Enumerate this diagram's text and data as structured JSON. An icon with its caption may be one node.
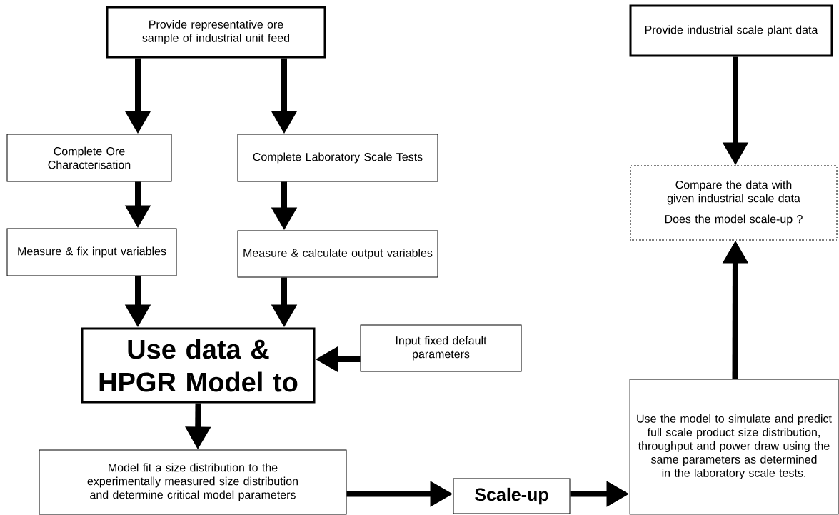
{
  "diagram": {
    "nodes": [
      {
        "text": [
          "Provide representative ore sample of industrial unit feed"
        ]
      },
      {
        "text": [
          "Complete Ore Characterisation"
        ]
      },
      {
        "text": [
          "Complete Laboratory Scale Tests"
        ]
      },
      {
        "text": [
          "Measure & fix input variables"
        ]
      },
      {
        "text": [
          "Measure & calculate output variables"
        ]
      },
      {
        "text": [
          "Use data & HPGR Model to"
        ]
      },
      {
        "text": [
          "Input fixed default parameters"
        ]
      },
      {
        "text": [
          "Model fit a size distribution to the experimentally measured size distribution and determine critical model parameters"
        ]
      },
      {
        "text": [
          "Scale-up"
        ]
      },
      {
        "text": [
          "Use the model to simulate and predict full scale product size distribution, throughput and power draw using the same parameters as determined in the laboratory scale tests."
        ]
      },
      {
        "text": [
          "Provide industrial scale plant data"
        ]
      },
      {
        "text": [
          "Compare the data with given industrial scale data",
          "Does the model scale-up ?"
        ]
      }
    ],
    "edges": [
      {
        "from": 0,
        "to": 1,
        "arrow": "to"
      },
      {
        "from": 0,
        "to": 2,
        "arrow": "to"
      },
      {
        "from": 1,
        "to": 3,
        "arrow": "to"
      },
      {
        "from": 2,
        "to": 4,
        "arrow": "to"
      },
      {
        "from": 3,
        "to": 5,
        "arrow": "to"
      },
      {
        "from": 4,
        "to": 5,
        "arrow": "to"
      },
      {
        "from": 6,
        "to": 5,
        "arrow": "to"
      },
      {
        "from": 5,
        "to": 7,
        "arrow": "to"
      },
      {
        "from": 7,
        "to": 8,
        "arrow": "to"
      },
      {
        "from": 8,
        "to": 9,
        "arrow": "to"
      },
      {
        "from": 10,
        "to": 11,
        "arrow": "to"
      },
      {
        "from": 9,
        "to": 11,
        "arrow": "to"
      }
    ]
  }
}
